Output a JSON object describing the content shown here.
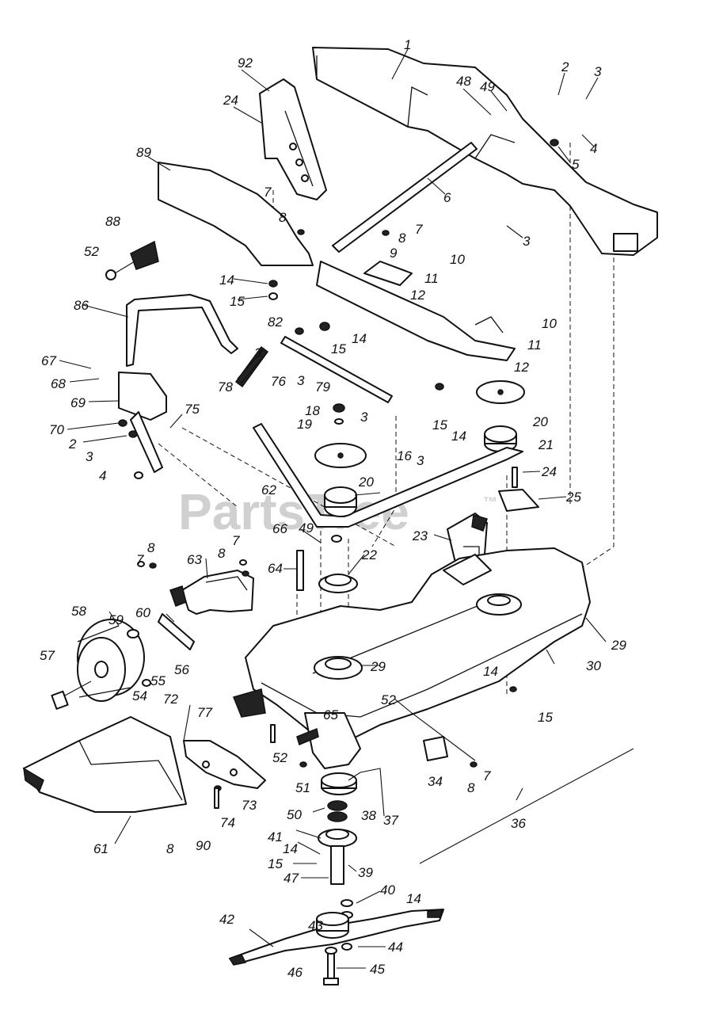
{
  "watermark": "PartsTree",
  "watermark_tm": "™",
  "labels": [
    "1",
    "2",
    "3",
    "3",
    "4",
    "5",
    "48",
    "49",
    "92",
    "24",
    "6",
    "89",
    "7",
    "8",
    "7",
    "8",
    "9",
    "10",
    "11",
    "12",
    "88",
    "52",
    "14",
    "15",
    "86",
    "82",
    "14",
    "15",
    "3",
    "10",
    "11",
    "12",
    "67",
    "68",
    "69",
    "78",
    "76",
    "3",
    "79",
    "18",
    "19",
    "3",
    "15",
    "14",
    "20",
    "70",
    "2",
    "3",
    "75",
    "16",
    "3",
    "20",
    "21",
    "4",
    "24",
    "25",
    "62",
    "49",
    "66",
    "22",
    "23",
    "7",
    "8",
    "8",
    "7",
    "63",
    "64",
    "58",
    "59",
    "60",
    "57",
    "54",
    "55",
    "56",
    "29",
    "29",
    "30",
    "14",
    "15",
    "52",
    "72",
    "77",
    "65",
    "52",
    "51",
    "61",
    "74",
    "73",
    "8",
    "90",
    "50",
    "38",
    "37",
    "34",
    "8",
    "7",
    "36",
    "41",
    "14",
    "15",
    "47",
    "39",
    "40",
    "14",
    "43",
    "42",
    "44",
    "46",
    "45"
  ]
}
